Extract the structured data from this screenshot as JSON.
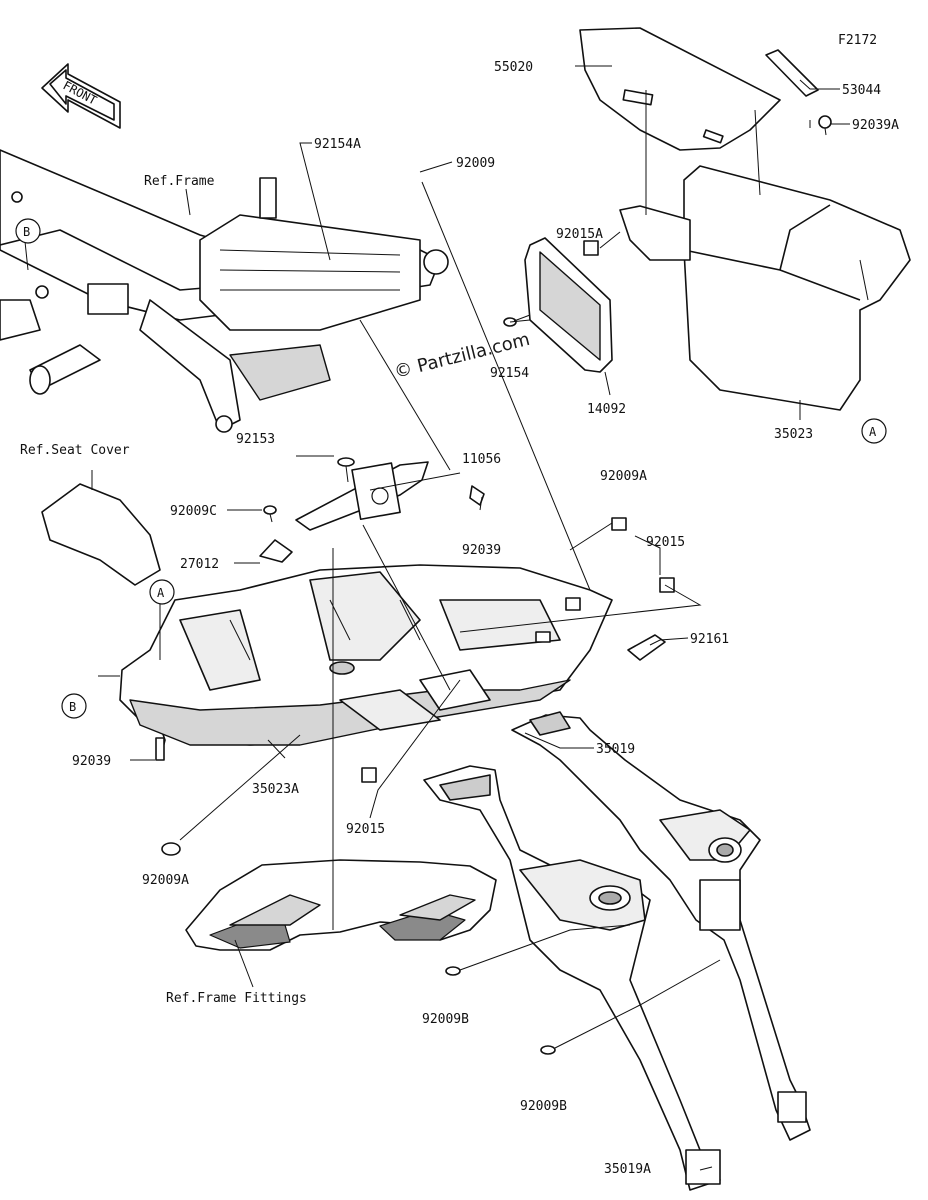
{
  "figure_code": "F2172",
  "watermark": "© Partzilla.com",
  "front_arrow": {
    "label": "FRONT",
    "icon": "front-arrow-icon"
  },
  "labels": [
    {
      "id": "p55020",
      "text": "55020"
    },
    {
      "id": "p53044",
      "text": "53044"
    },
    {
      "id": "p92039A",
      "text": "92039A"
    },
    {
      "id": "p92154A",
      "text": "92154A"
    },
    {
      "id": "p92009",
      "text": "92009"
    },
    {
      "id": "refFrame",
      "text": "Ref.Frame"
    },
    {
      "id": "p92015A",
      "text": "92015A"
    },
    {
      "id": "p92154",
      "text": "92154"
    },
    {
      "id": "p14092",
      "text": "14092"
    },
    {
      "id": "p35023",
      "text": "35023"
    },
    {
      "id": "p92153",
      "text": "92153"
    },
    {
      "id": "p11056",
      "text": "11056"
    },
    {
      "id": "refSeatCover",
      "text": "Ref.Seat Cover"
    },
    {
      "id": "p92009A_top",
      "text": "92009A"
    },
    {
      "id": "p92009C",
      "text": "92009C"
    },
    {
      "id": "p92039_mid",
      "text": "92039"
    },
    {
      "id": "p92015_right",
      "text": "92015"
    },
    {
      "id": "p27012",
      "text": "27012"
    },
    {
      "id": "p92161",
      "text": "92161"
    },
    {
      "id": "p35019",
      "text": "35019"
    },
    {
      "id": "p92039_left",
      "text": "92039"
    },
    {
      "id": "p35023A",
      "text": "35023A"
    },
    {
      "id": "p92015_bottom",
      "text": "92015"
    },
    {
      "id": "p92009A_bottom",
      "text": "92009A"
    },
    {
      "id": "refFrameFittings",
      "text": "Ref.Frame Fittings"
    },
    {
      "id": "p92009B_a",
      "text": "92009B"
    },
    {
      "id": "p92009B_b",
      "text": "92009B"
    },
    {
      "id": "p35019A",
      "text": "35019A"
    }
  ],
  "callouts": [
    {
      "id": "calloutB1",
      "text": "B"
    },
    {
      "id": "calloutA1",
      "text": "A"
    },
    {
      "id": "calloutA2",
      "text": "A"
    },
    {
      "id": "calloutB2",
      "text": "B"
    }
  ]
}
